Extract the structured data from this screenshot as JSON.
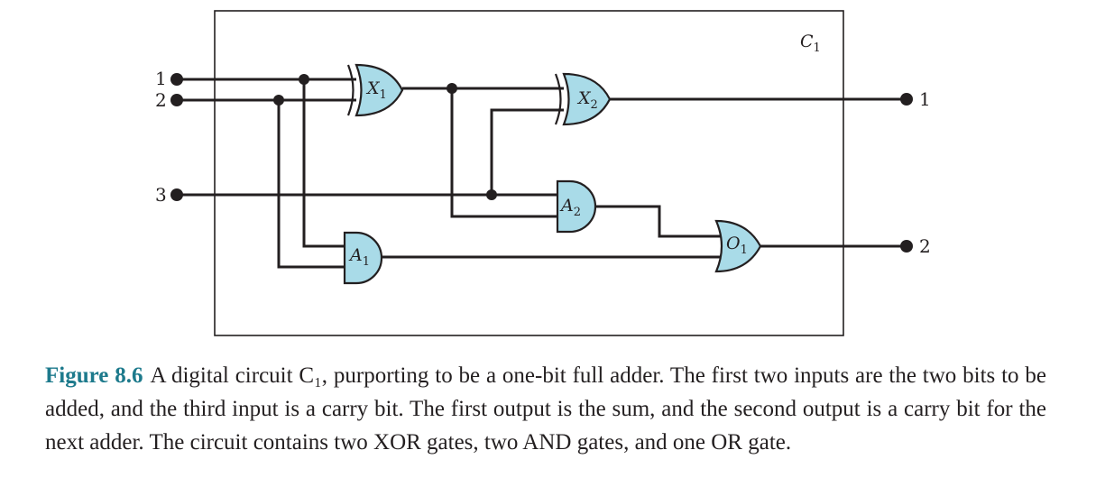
{
  "diagram": {
    "circuit_label": "C1",
    "circuit_label_main": "C",
    "circuit_label_sub": "1",
    "inputs": [
      "1",
      "2",
      "3"
    ],
    "outputs": [
      "1",
      "2"
    ],
    "gates": [
      {
        "id": "X1",
        "kind": "XOR",
        "main": "X",
        "sub": "1"
      },
      {
        "id": "X2",
        "kind": "XOR",
        "main": "X",
        "sub": "2"
      },
      {
        "id": "A1",
        "kind": "AND",
        "main": "A",
        "sub": "1"
      },
      {
        "id": "A2",
        "kind": "AND",
        "main": "A",
        "sub": "2"
      },
      {
        "id": "O1",
        "kind": "OR",
        "main": "O",
        "sub": "1"
      }
    ],
    "colors": {
      "gate_fill": "#a9dbe8",
      "line": "#231f20",
      "caption_label": "#1d7a8c"
    }
  },
  "caption": {
    "label": "Figure 8.6",
    "text": "A digital circuit C₁, purporting to be a one-bit full adder. The first two inputs are the two bits to be added, and the third input is a carry bit. The first output is the sum, and the second output is a carry bit for the next adder. The circuit contains two XOR gates, two AND gates, and one OR gate."
  }
}
